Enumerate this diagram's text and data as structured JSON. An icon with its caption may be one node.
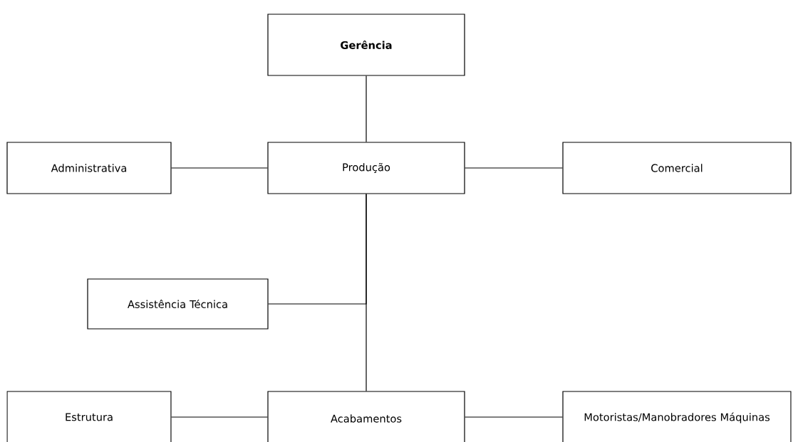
{
  "diagram": {
    "nodes": [
      {
        "text": [
          "Gerência"
        ]
      },
      {
        "text": [
          "Administrativa"
        ]
      },
      {
        "text": [
          "Produção"
        ]
      },
      {
        "text": [
          "Comercial"
        ]
      },
      {
        "text": [
          "Assistência Técnica"
        ]
      },
      {
        "text": [
          "Estrutura"
        ]
      },
      {
        "text": [
          "Acabamentos"
        ]
      },
      {
        "text": [
          "Motoristas/Manobradores Máquinas"
        ]
      }
    ],
    "edges": [
      {
        "from": 0,
        "to": 2,
        "arrow": "none"
      },
      {
        "from": 1,
        "to": 2,
        "arrow": "none"
      },
      {
        "from": 2,
        "to": 3,
        "arrow": "none"
      },
      {
        "from": 2,
        "to": 4,
        "arrow": "none"
      },
      {
        "from": 2,
        "to": 6,
        "arrow": "none"
      },
      {
        "from": 5,
        "to": 6,
        "arrow": "none"
      },
      {
        "from": 6,
        "to": 7,
        "arrow": "none"
      }
    ]
  }
}
